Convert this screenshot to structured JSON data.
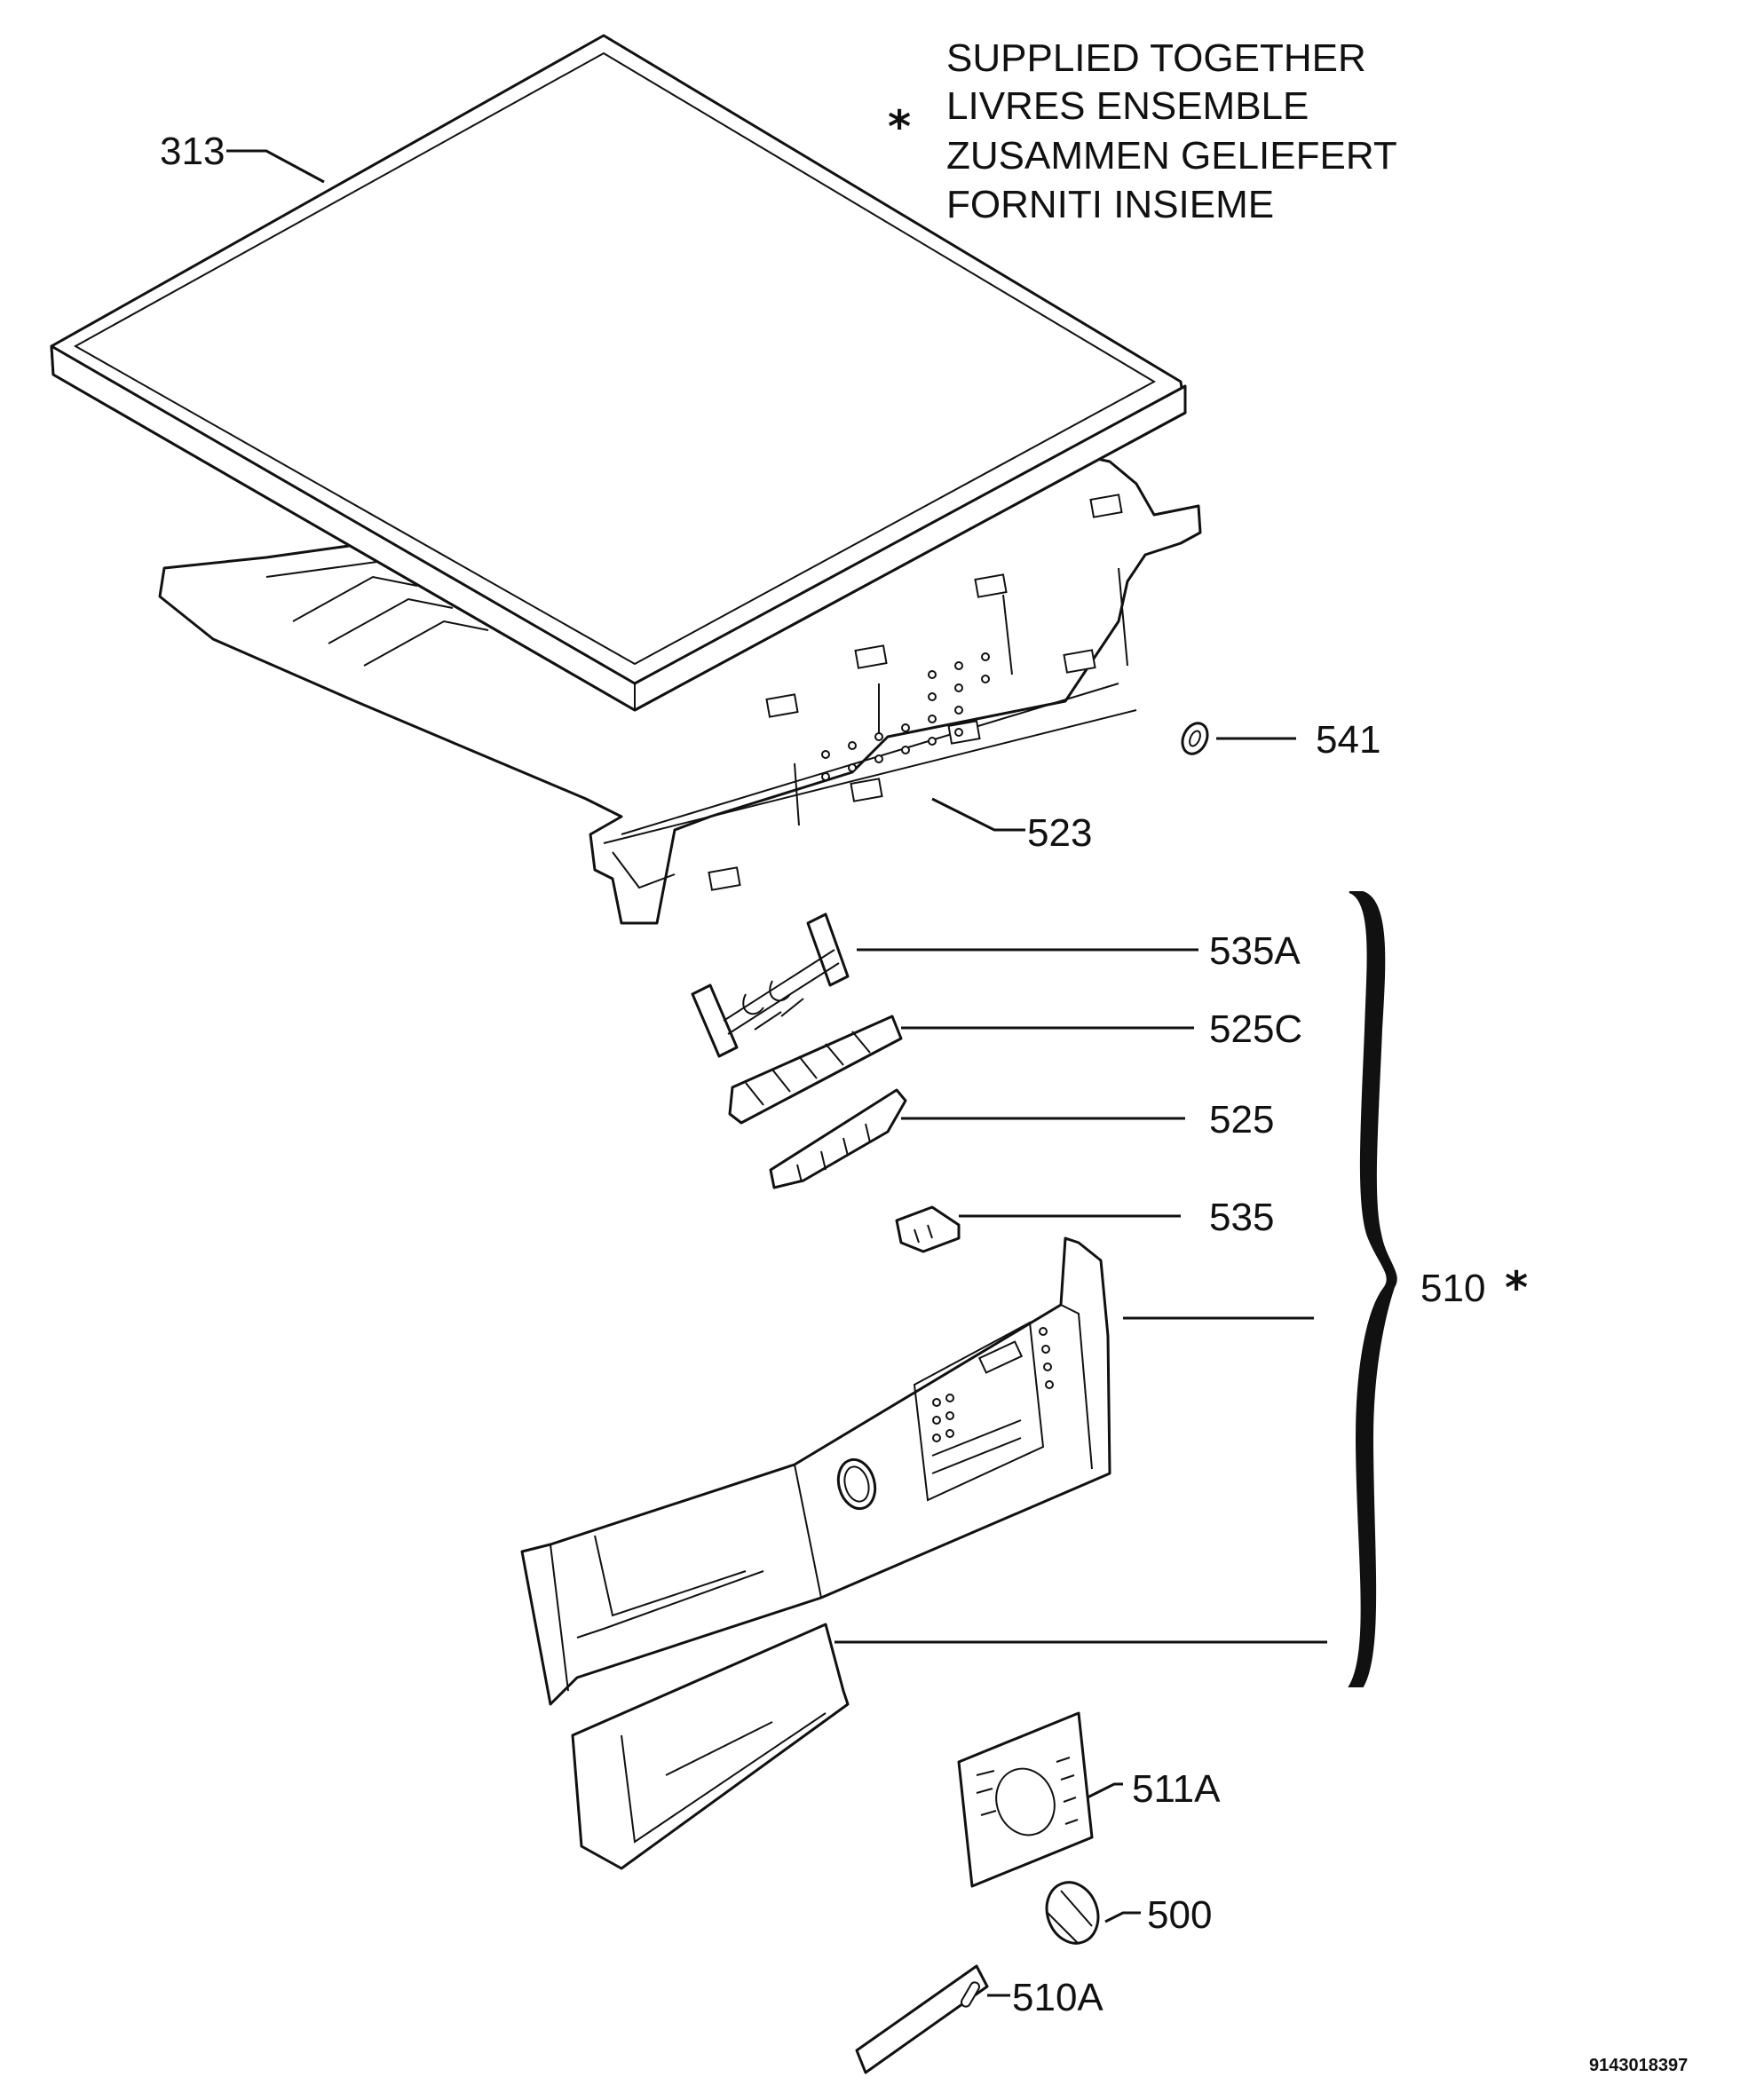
{
  "note": {
    "marker": "*",
    "lines": [
      "SUPPLIED TOGETHER",
      "LIVRES ENSEMBLE",
      "ZUSAMMEN GELIEFERT",
      "FORNITI INSIEME"
    ]
  },
  "labels": {
    "p313": "313",
    "p541": "541",
    "p523": "523",
    "p535A": "535A",
    "p525C": "525C",
    "p525": "525",
    "p535": "535",
    "p510": "510",
    "p510_marker": "*",
    "p511A": "511A",
    "p500": "500",
    "p510A": "510A"
  },
  "drawing_number": "9143018397"
}
